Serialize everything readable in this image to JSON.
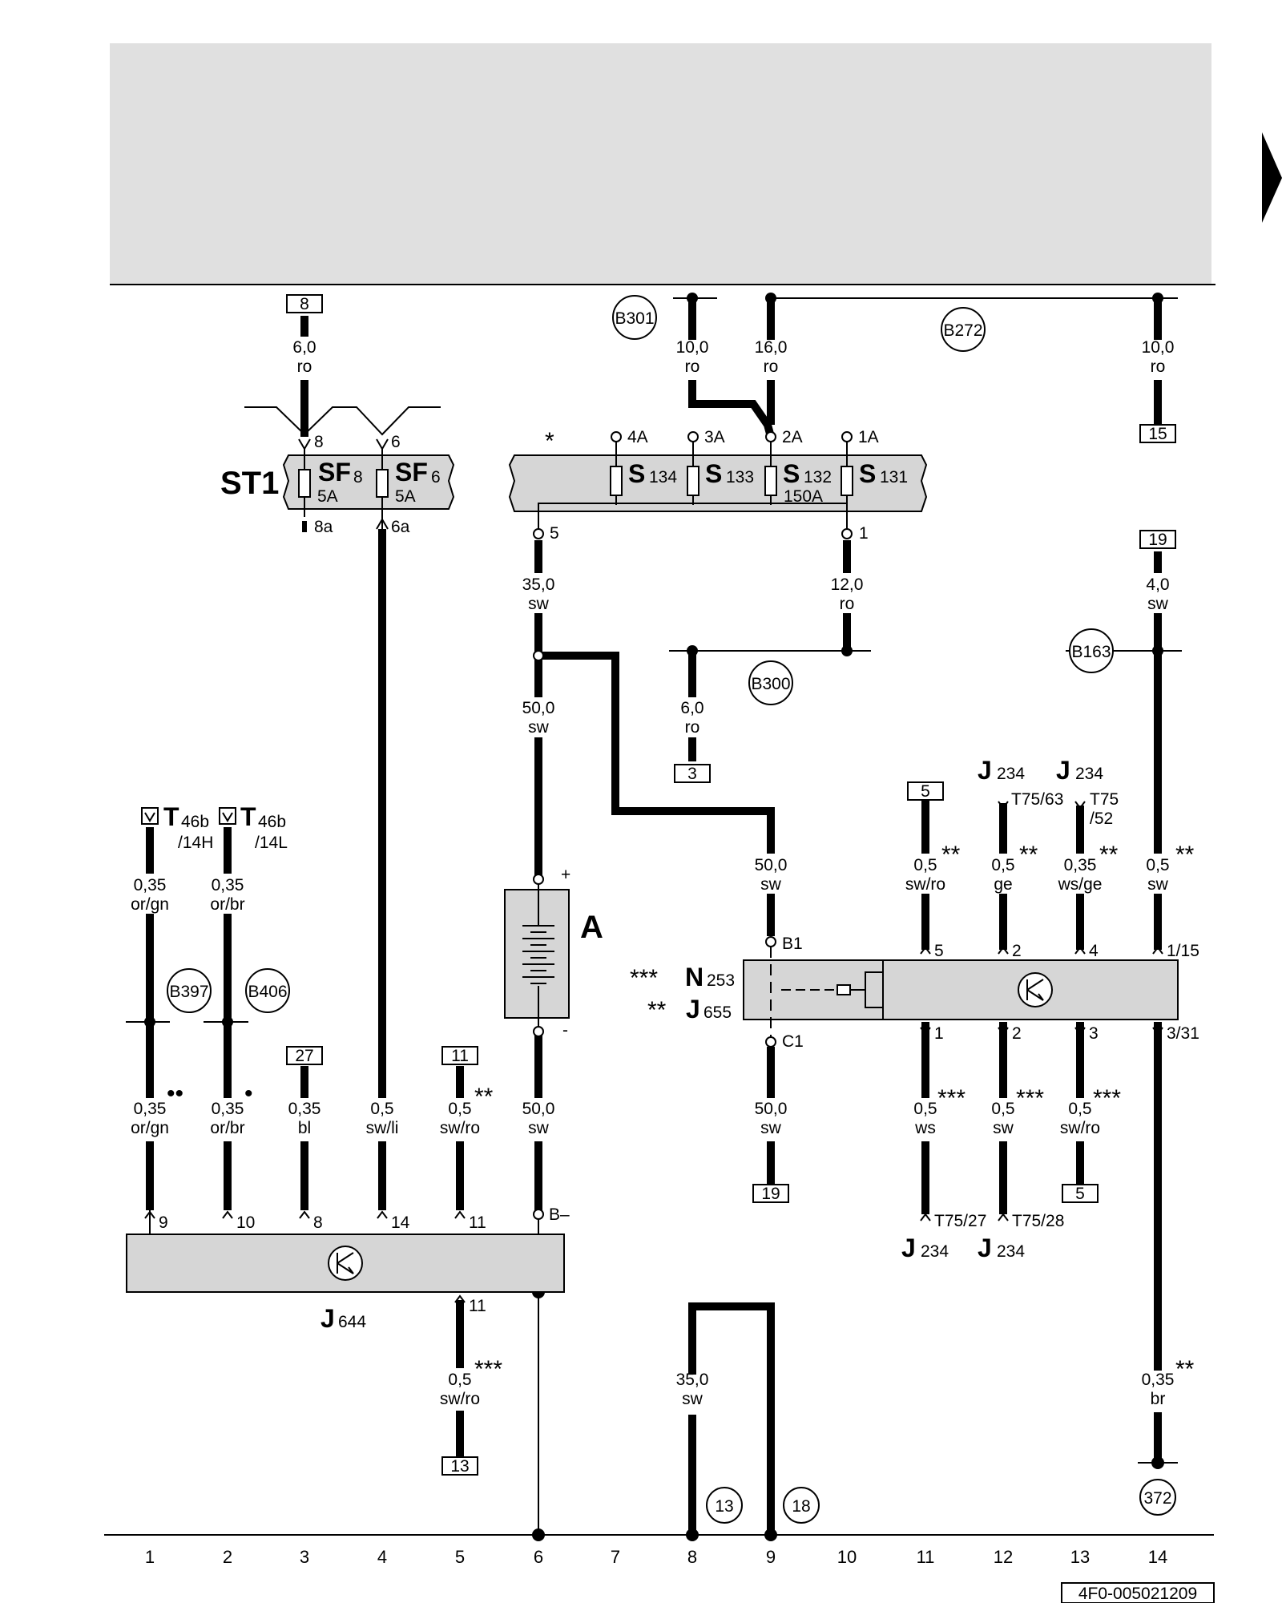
{
  "ground_refs": [
    "8",
    "15",
    "19",
    "3",
    "5",
    "27",
    "11",
    "13",
    "19",
    "5"
  ],
  "splices": [
    "B301",
    "B272",
    "B163",
    "B300",
    "B397",
    "B406",
    "372",
    "13",
    "18"
  ],
  "wires": {
    "w8": [
      "6,0",
      "ro"
    ],
    "w301": [
      "10,0",
      "ro"
    ],
    "w272": [
      "16,0",
      "ro"
    ],
    "w15": [
      "10,0",
      "ro"
    ],
    "w5": [
      "35,0",
      "sw"
    ],
    "w1": [
      "12,0",
      "ro"
    ],
    "w19": [
      "4,0",
      "sw"
    ],
    "wb300": [
      "6,0",
      "ro"
    ],
    "wbat": [
      "50,0",
      "sw"
    ],
    "wb1": [
      "50,0",
      "sw"
    ],
    "wp5": [
      "0,5",
      "sw/ro"
    ],
    "wp2": [
      "0,5",
      "ge"
    ],
    "wp4": [
      "0,35",
      "ws/ge"
    ],
    "wp115": [
      "0,5",
      "sw"
    ],
    "c1a": [
      "0,35",
      "or/gn"
    ],
    "c2a": [
      "0,35",
      "or/br"
    ],
    "c1b": [
      "0,35",
      "or/gn"
    ],
    "c2b": [
      "0,35",
      "or/br"
    ],
    "c3": [
      "0,35",
      "bl"
    ],
    "c4": [
      "0,5",
      "sw/li"
    ],
    "c5": [
      "0,5",
      "sw/ro"
    ],
    "c6": [
      "50,0",
      "sw"
    ],
    "cc1": [
      "50,0",
      "sw"
    ],
    "co1": [
      "0,5",
      "ws"
    ],
    "co2": [
      "0,5",
      "sw"
    ],
    "co3": [
      "0,5",
      "sw/ro"
    ],
    "j11": [
      "0,5",
      "sw/ro"
    ],
    "w89": [
      "35,0",
      "sw"
    ],
    "w372": [
      "0,35",
      "br"
    ]
  },
  "st1": {
    "name": "ST1",
    "fuses": [
      {
        "sym": "SF",
        "sub": "8",
        "rating": "5A",
        "in": "8",
        "out": "8a"
      },
      {
        "sym": "SF",
        "sub": "6",
        "rating": "5A",
        "in": "6",
        "out": "6a"
      }
    ]
  },
  "fusebox": {
    "star": "*",
    "fuses": [
      {
        "sym": "S",
        "sub": "134",
        "pin": "4A"
      },
      {
        "sym": "S",
        "sub": "133",
        "pin": "3A"
      },
      {
        "sym": "S",
        "sub": "132",
        "pin": "2A",
        "rating": "150A"
      },
      {
        "sym": "S",
        "sub": "131",
        "pin": "1A"
      }
    ],
    "out_left": "5",
    "out_right": "1"
  },
  "battery": {
    "name": "A",
    "plus": "+",
    "minus": "-"
  },
  "n253": {
    "stars1": "***",
    "sym1": "N",
    "sub1": "253",
    "stars2": "**",
    "sym2": "J",
    "sub2": "655",
    "pin_b1": "B1",
    "pin_c1": "C1",
    "top_pins": [
      "5",
      "2",
      "4",
      "1/15"
    ],
    "bottom_pins": [
      "1",
      "2",
      "3",
      "3/31"
    ]
  },
  "j234_top": [
    {
      "sym": "J",
      "sub": "234",
      "conn": "T75/63"
    },
    {
      "sym": "J",
      "sub": "234",
      "conn": "T75",
      "conn2": "/52"
    }
  ],
  "j234_bottom": [
    {
      "sym": "J",
      "sub": "234",
      "conn": "T75/27"
    },
    {
      "sym": "J",
      "sub": "234",
      "conn": "T75/28"
    }
  ],
  "t46": [
    {
      "sym": "T",
      "sub": "46b",
      "pin": "/14H"
    },
    {
      "sym": "T",
      "sub": "46b",
      "pin": "/14L"
    }
  ],
  "j644": {
    "sym": "J",
    "sub": "644",
    "pins": [
      "9",
      "10",
      "8",
      "14",
      "11",
      "B–"
    ],
    "bottom_pin": "11"
  },
  "stars": {
    "s2": "**",
    "s3": "***",
    "dots2": "••",
    "dot1": "•"
  },
  "columns": [
    "1",
    "2",
    "3",
    "4",
    "5",
    "6",
    "7",
    "8",
    "9",
    "10",
    "11",
    "12",
    "13",
    "14"
  ],
  "code": "4F0-005021209"
}
